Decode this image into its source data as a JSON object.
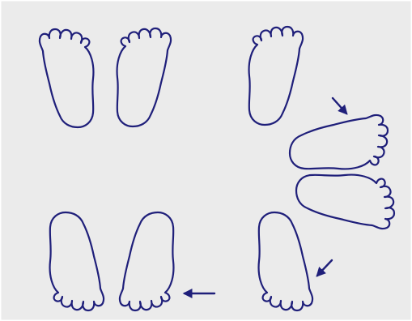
{
  "diagram": {
    "description_text": "",
    "colors": {
      "background": "#ebebeb",
      "outline": "#1f1f7a",
      "arrow": "#1f1f7a"
    },
    "feet": [
      {
        "name": "foot-top-left-left",
        "side": "left",
        "pointing": "up"
      },
      {
        "name": "foot-top-left-right",
        "side": "right",
        "pointing": "up"
      },
      {
        "name": "foot-top-right-single",
        "side": "right",
        "pointing": "up"
      },
      {
        "name": "foot-right-upper",
        "side": "left",
        "pointing": "right"
      },
      {
        "name": "foot-right-lower",
        "side": "right",
        "pointing": "right"
      },
      {
        "name": "foot-bottom-right-single",
        "side": "right",
        "pointing": "down"
      },
      {
        "name": "foot-bottom-left-left",
        "side": "left",
        "pointing": "down"
      },
      {
        "name": "foot-bottom-left-right",
        "side": "right",
        "pointing": "down"
      }
    ],
    "arrows": [
      {
        "name": "arrow-to-right-upper-foot"
      },
      {
        "name": "arrow-to-bottom-right-foot"
      },
      {
        "name": "arrow-to-bottom-left-right-foot"
      }
    ]
  }
}
